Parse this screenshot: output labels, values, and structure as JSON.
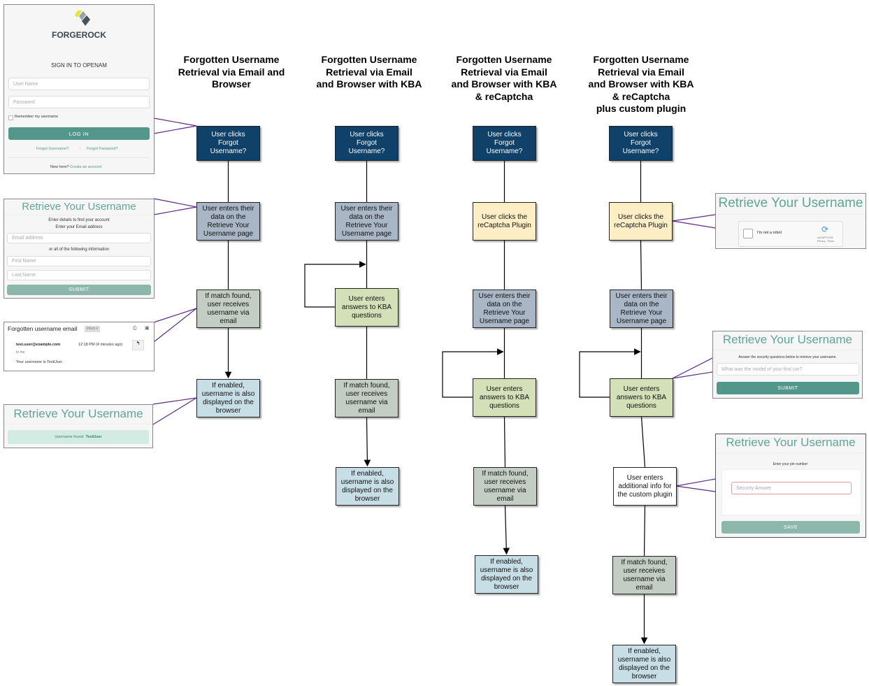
{
  "columns": [
    {
      "heading": "Forgotten Username\nRetrieval via Email and\nBrowser",
      "boxes": [
        "User clicks\nForgot\nUsername?",
        "User enters their\ndata on the\nRetrieve Your\nUsername page",
        "If match found,\nuser receives\nusername via\nemail",
        "If enabled,\nusername is also\ndisplayed on the\nbrowser"
      ]
    },
    {
      "heading": "Forgotten Username\nRetrieval via Email\nand  Browser with KBA",
      "boxes": [
        "User clicks\nForgot\nUsername?",
        "User enters their\ndata on the\nRetrieve Your\nUsername page",
        "User enters\nanswers to KBA\nquestions",
        "If match found,\nuser receives\nusername via\nemail",
        "If enabled,\nusername is also\ndisplayed on the\nbrowser"
      ]
    },
    {
      "heading": "Forgotten Username\nRetrieval via Email\nand  Browser with KBA\n& reCaptcha",
      "boxes": [
        "User clicks\nForgot\nUsername?",
        "User clicks the\nreCaptcha Plugin",
        "User enters their\ndata on the\nRetrieve Your\nUsername page",
        "User enters\nanswers to KBA\nquestions",
        "If match found,\nuser receives\nusername via\nemail",
        "If enabled,\nusername is also\ndisplayed on the\nbrowser"
      ]
    },
    {
      "heading": "Forgotten Username\nRetrieval via Email\nand  Browser with KBA\n& reCaptcha\nplus custom plugin",
      "boxes": [
        "User clicks\nForgot\nUsername?",
        "User clicks the\nreCaptcha Plugin",
        "User enters their\ndata on the\nRetrieve Your\nUsername page",
        "User enters\nanswers to KBA\nquestions",
        "User enters\nadditional info for\nthe custom plugin",
        "If match found,\nuser receives\nusername via\nemail",
        "If enabled,\nusername is also\ndisplayed on the\nbrowser"
      ]
    }
  ],
  "colors": {
    "start": "#0f4169",
    "data": "#a8b6c6",
    "captcha": "#fdeec6",
    "kba": "#d3e0b8",
    "custom": "#ffffff",
    "email": "#c3cdc4",
    "browser": "#c7dee6",
    "connector": "#5b2a86",
    "accent": "#53978a"
  },
  "login": {
    "brand": "FORGEROCK",
    "title": "SIGN IN TO OPENAM",
    "username_placeholder": "User Name",
    "password_placeholder": "Password",
    "remember": "Remember my username",
    "login_button": "LOG IN",
    "forgot_username": "Forgot Username?",
    "separator": "|",
    "forgot_password": "Forgot Password?",
    "new_here": "New here?",
    "create_account": "Create an account"
  },
  "retrieve": {
    "title": "Retrieve Your Username",
    "intro": "Enter details to find your account",
    "email_label": "Enter your Email address",
    "email_placeholder": "Email address",
    "or_label": "or all of the following information",
    "first_placeholder": "First Name",
    "last_placeholder": "Last Name",
    "submit": "SUBMIT"
  },
  "email": {
    "subject": "Forgotten username email",
    "label": "Inbox",
    "label_x": "x",
    "from": "test.user@example.com",
    "time": "12:18 PM (4 minutes ago)",
    "to": "to me",
    "body": "Your username is TestUser."
  },
  "found": {
    "title": "Retrieve Your Username",
    "message": "Username found:",
    "username": "TestUser"
  },
  "captcha": {
    "title": "Retrieve Your Username",
    "robot": "I'm not a robot",
    "brand": "reCAPTCHA",
    "links": "Privacy - Terms"
  },
  "kba": {
    "title": "Retrieve Your Username",
    "intro": "Answer the security questions below to retrieve your username.",
    "question_placeholder": "What was the model of your first car?",
    "submit": "SUBMIT"
  },
  "pin": {
    "title": "Retrieve Your Username",
    "label": "Enter your pin number:",
    "answer_placeholder": "Security Answer",
    "save": "SAVE"
  }
}
